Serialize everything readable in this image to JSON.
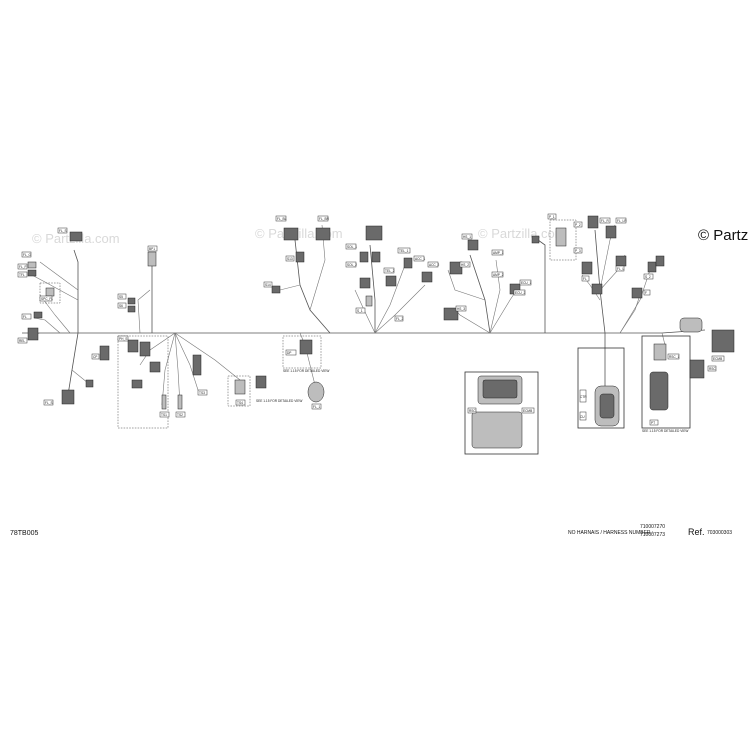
{
  "watermarks": [
    "© Partzilla.com",
    "© Partzilla.com",
    "© Partzilla.com"
  ],
  "copyright_text": "© Partz",
  "footer": {
    "diagram_code": "78TB005",
    "harness_label": "NO HARNAIS / HARNESS NUMBER :",
    "harness_numbers": [
      "710007270",
      "710007273"
    ],
    "ref_label": "Ref.",
    "ref_number": "703000303"
  },
  "connector_tags": [
    "FL_S",
    "FL_G",
    "FL_F",
    "TFL",
    "FL",
    "REL",
    "SPC_FL",
    "FL_S",
    "BP1",
    "S5",
    "S6",
    "CP",
    "PH_S",
    "TS1",
    "TS2",
    "TS3",
    "TS4",
    "FL_BL",
    "FL_BR",
    "S13",
    "S14",
    "SOL_1",
    "SOL_2",
    "TEL_1",
    "TEL_2",
    "DP",
    "S_1",
    "FL_1",
    "FL_2",
    "ACC_1",
    "ACC_2",
    "HS_1",
    "HS_2",
    "HS_3",
    "AMP_1",
    "AMP_2",
    "ECU_1",
    "ECU_2",
    "P_1",
    "P_2",
    "P_3",
    "FL_R",
    "FL_LR",
    "FL_L",
    "FL",
    "S_2",
    "F",
    "RSC",
    "RSC_1",
    "ECMB",
    "PT",
    "CU",
    "CTR"
  ],
  "notes": [
    "SEE 1.15 FOR DETAILED VIEW",
    "SEE 1.15 FOR DETAILED VIEW",
    "SEE 1.15 FOR DETAILED VIEW"
  ]
}
